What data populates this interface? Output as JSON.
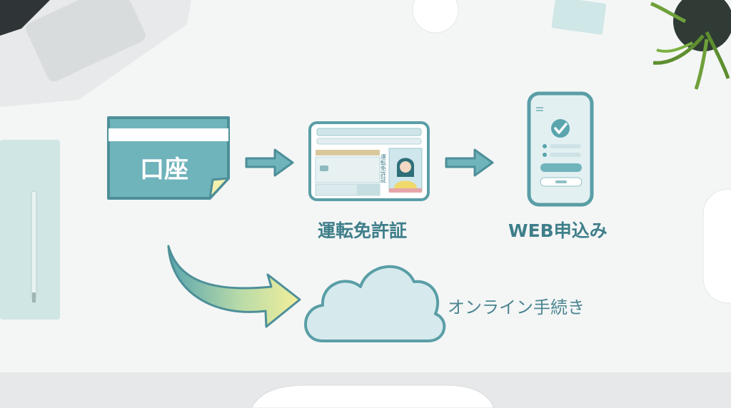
{
  "diagram": {
    "card_text": "口座",
    "license_label": "運転免許証",
    "web_label": "WEB申込み",
    "online_label": "オンライン手続き",
    "license_card_vertical_text": "運転免許証"
  },
  "colors": {
    "teal": "#6fb3bb",
    "teal_dark": "#4d8f98",
    "label": "#3f7f8a",
    "cloud_fill": "#d6eaee",
    "arrow_yellow": "#f3ef9a",
    "paper_fold": "#f4f0b0"
  },
  "icons": {
    "check": "check-circle-icon",
    "person": "person-silhouette-icon",
    "cloud": "cloud-icon"
  }
}
